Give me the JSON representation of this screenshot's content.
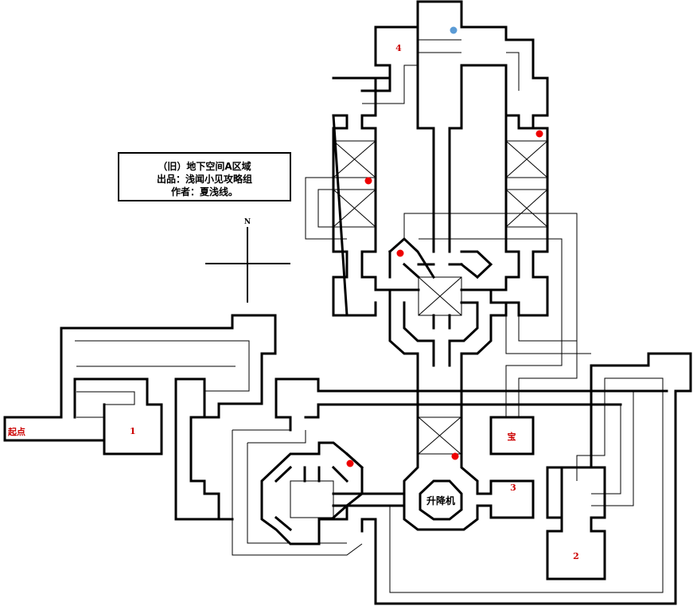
{
  "info_box": {
    "line1": "（旧）地下空间A区域",
    "line2": "出品：浅闻小见攻略组",
    "line3": "作者：夏浅线。"
  },
  "compass": {
    "north_label": "N"
  },
  "labels": {
    "start": "起点",
    "room1": "1",
    "room2": "2",
    "room3": "3",
    "room4": "4",
    "treasure": "宝",
    "lift": "升降机"
  },
  "colors": {
    "wall": "#000000",
    "label_red": "#cc0000",
    "marker_red": "#ee0000",
    "marker_blue": "#5b9bd5"
  },
  "legend": {
    "red_marker": "red-dot-marker",
    "blue_marker": "blue-dot-marker",
    "crossed_square": "crossed-box"
  }
}
